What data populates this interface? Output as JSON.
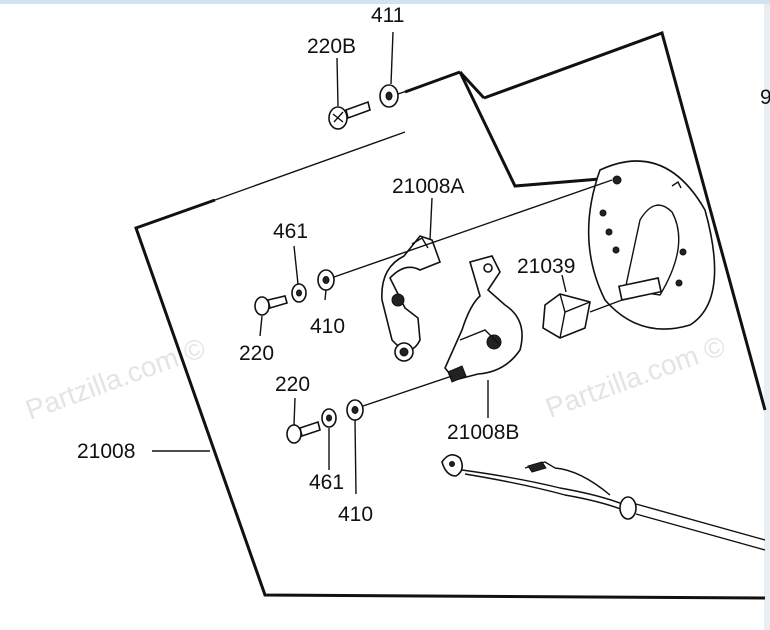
{
  "watermarks": [
    "Partzilla.com ©",
    "Partzilla.com ©"
  ],
  "labels": {
    "p411": "411",
    "p220B": "220B",
    "p9": "9",
    "p21008A": "21008A",
    "p461a": "461",
    "p410a": "410",
    "p220a": "220",
    "p21039": "21039",
    "p220b": "220",
    "p21008": "21008",
    "p21008B": "21008B",
    "p461b": "461",
    "p410b": "410"
  }
}
